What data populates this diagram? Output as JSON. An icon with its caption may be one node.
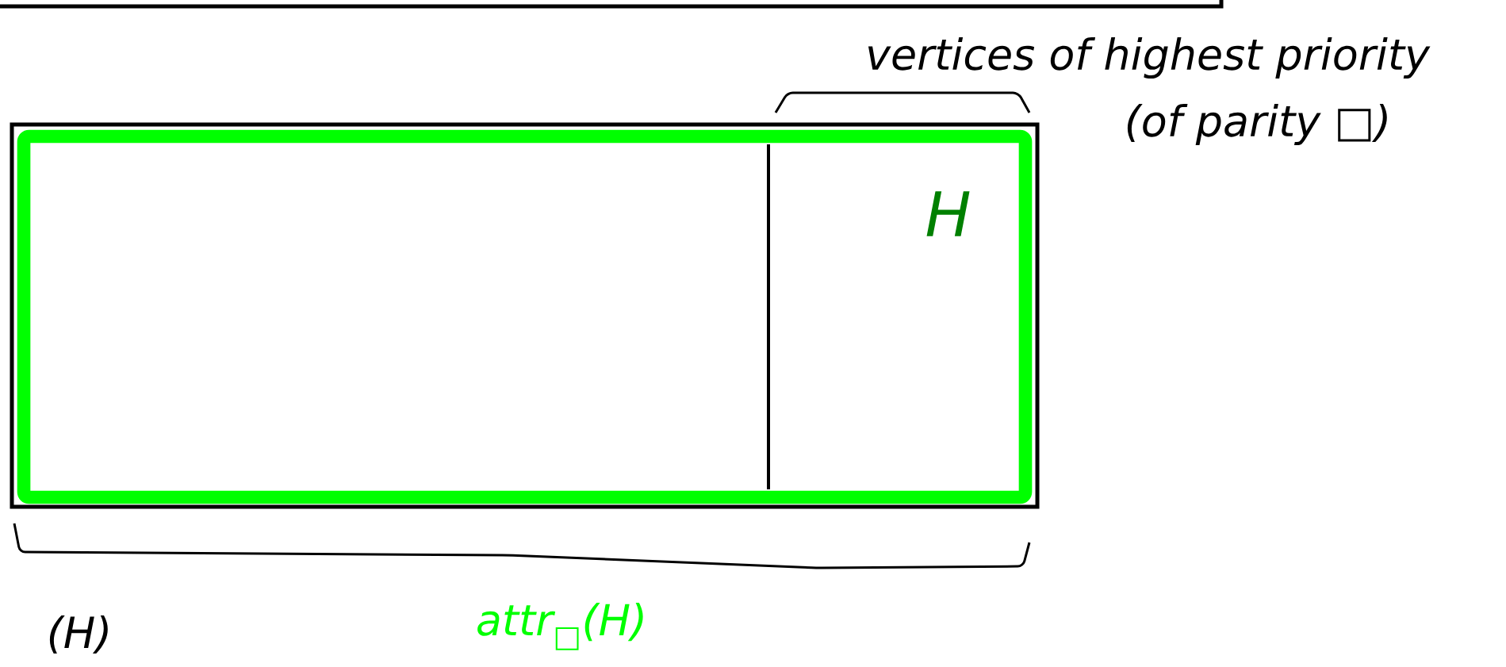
{
  "diagram": {
    "nodes": [
      {
        "text": [],
        "shape": "box"
      },
      {
        "text": [
          "H"
        ],
        "in": 0
      }
    ],
    "edges": [],
    "labels": [
      "vertices of highest priority",
      "(of parity □)",
      "attr$_{□}$(H)",
      "(H)"
    ]
  }
}
